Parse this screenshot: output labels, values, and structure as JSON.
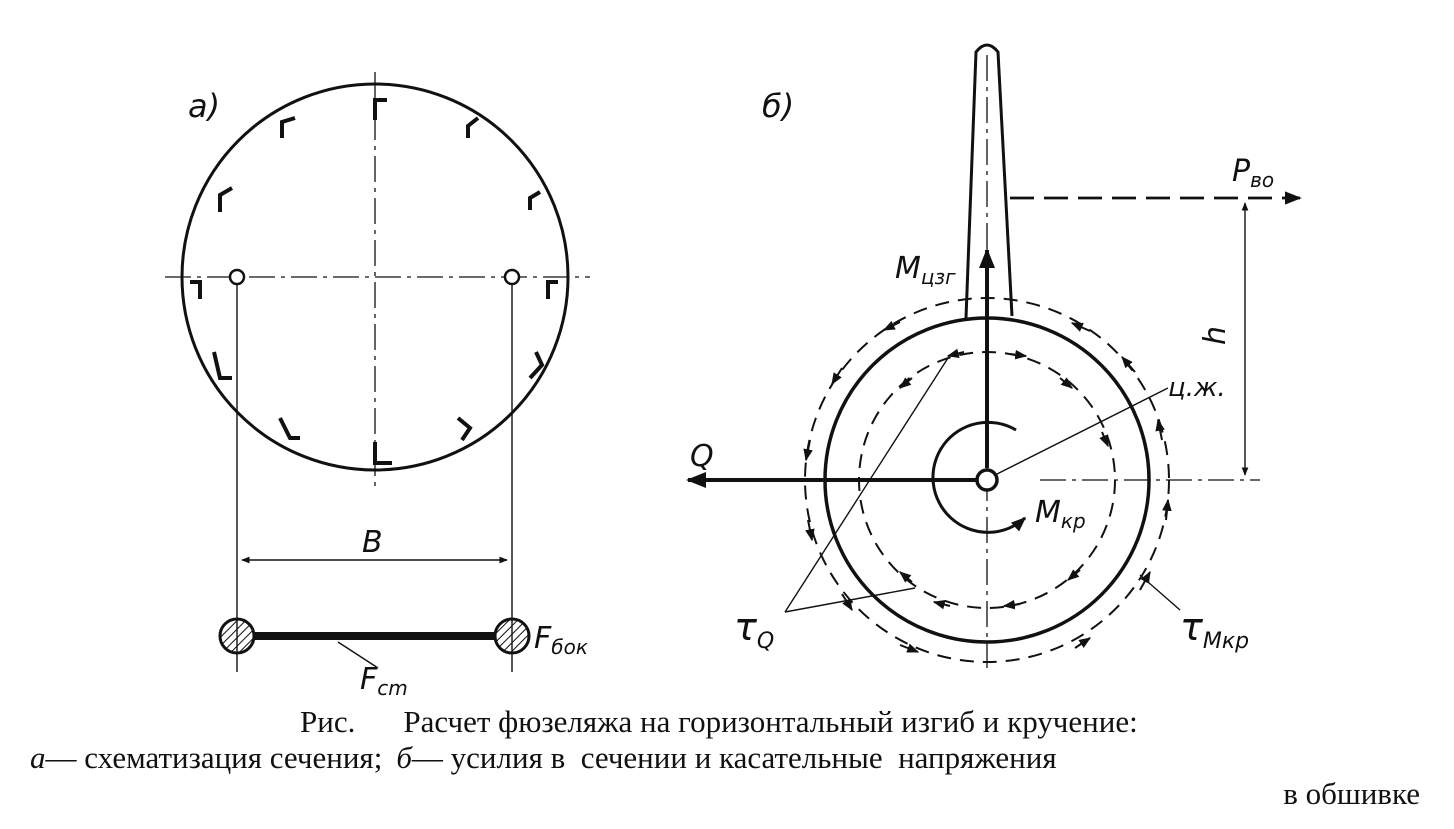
{
  "figure": {
    "panel_a": {
      "label": "а)",
      "width_label": "B",
      "stringer_area_label": "F",
      "stringer_area_sub": "cm",
      "side_area_label": "F",
      "side_area_sub": "бок"
    },
    "panel_b": {
      "label": "б)",
      "fin_force_label": "P",
      "fin_force_sub": "во",
      "height_label": "h",
      "bending_moment_label": "M",
      "bending_moment_sub": "цзг",
      "shear_center_label": "ц.ж.",
      "shear_force_label": "Q",
      "torque_label": "M",
      "torque_sub": "кр",
      "shear_stress_Q_label": "τ",
      "shear_stress_Q_sub": "Q",
      "shear_stress_M_label": "τ",
      "shear_stress_M_sub": "Mкр"
    }
  },
  "caption": {
    "prefix": "Рис.",
    "title": "Расчет фюзеляжа на горизонтальный изгиб и кручение:",
    "item_a_letter": "а",
    "item_a_text": "— схематизация сечения;",
    "item_b_letter": "б",
    "item_b_text": "— усилия в  сечении и касательные  напряжения",
    "item_b_cont": "в обшивке"
  }
}
